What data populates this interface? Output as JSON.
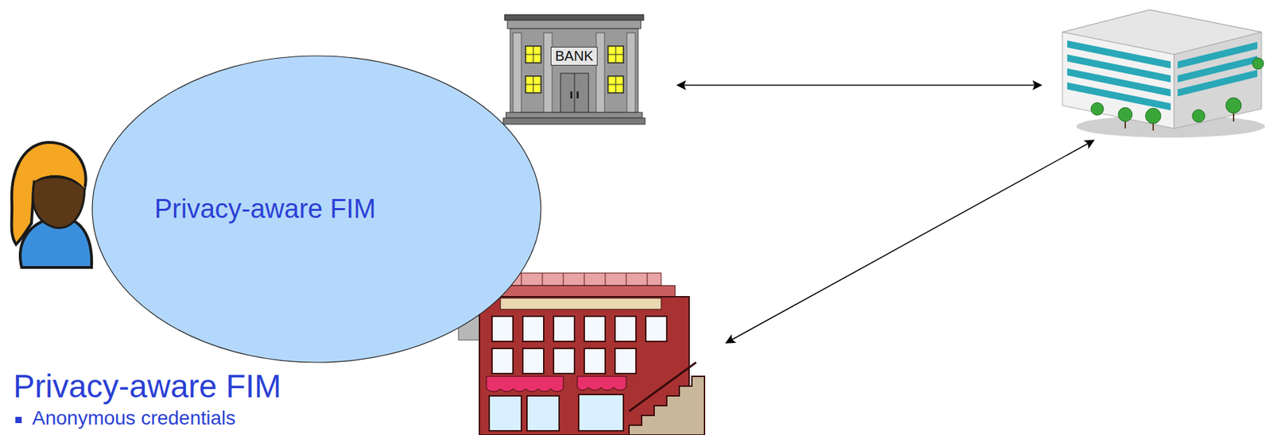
{
  "diagram": {
    "nodes": [
      {
        "text": [
          "Privacy-aware FIM"
        ]
      },
      {
        "text": [
          "BANK"
        ]
      }
    ],
    "labels": [
      "Privacy-aware FIM",
      "Anonymous credentials"
    ]
  }
}
